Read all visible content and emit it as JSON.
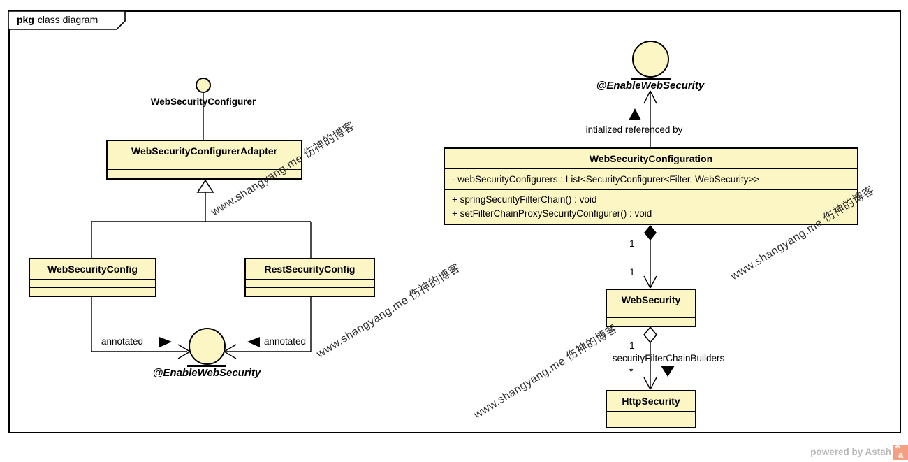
{
  "frame": {
    "tag_keyword": "pkg",
    "tag_title": "class diagram"
  },
  "watermark": {
    "text": "www.shangyang.me 伤神的博客"
  },
  "nodes": {
    "web_security_configurer": {
      "label": "WebSecurityConfigurer"
    },
    "adapter": {
      "title": "WebSecurityConfigurerAdapter"
    },
    "web_security_config": {
      "title": "WebSecurityConfig"
    },
    "rest_security_config": {
      "title": "RestSecurityConfig"
    },
    "enable_web_security_left": {
      "label": "@EnableWebSecurity"
    },
    "enable_web_security_right": {
      "label": "@EnableWebSecurity"
    },
    "web_security_configuration": {
      "title": "WebSecurityConfiguration",
      "attributes": [
        "- webSecurityConfigurers : List<SecurityConfigurer<Filter, WebSecurity>>"
      ],
      "operations": [
        "+ springSecurityFilterChain() : void",
        "+ setFilterChainProxySecurityConfigurer() : void"
      ]
    },
    "web_security": {
      "title": "WebSecurity"
    },
    "http_security": {
      "title": "HttpSecurity"
    }
  },
  "edges": {
    "annotated_left": "annotated",
    "annotated_right": "annotated",
    "initialized_referenced_by": "intialized referenced by",
    "composition_source_mult": "1",
    "composition_target_mult": "1",
    "aggregation_source_mult": "1",
    "aggregation_role": "securityFilterChainBuilders",
    "aggregation_target_mult": "*"
  },
  "footer": {
    "credit": "powered by Astah",
    "logo_letter": "a",
    "logo_star": "✳"
  },
  "colors": {
    "class_fill": "#FCF6C5",
    "line_black": "#000000",
    "credit_gray": "#B9B9B9",
    "astah_orange": "#F2A083"
  }
}
